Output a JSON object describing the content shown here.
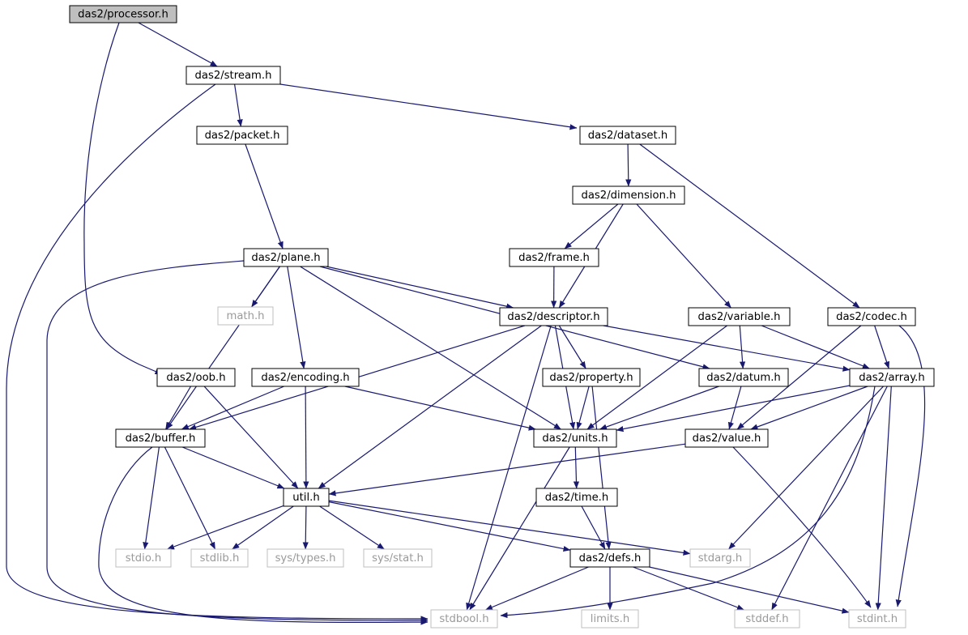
{
  "colors": {
    "edge": "#191970",
    "root_fill": "#bfbfbf",
    "header_border": "#000000",
    "header_text": "#000000",
    "system_border": "#bfbfbf",
    "system_text": "#9a9a9a"
  },
  "nodes": [
    {
      "id": "processor",
      "label": "das2/processor.h",
      "kind": "root"
    },
    {
      "id": "stream",
      "label": "das2/stream.h",
      "kind": "header"
    },
    {
      "id": "packet",
      "label": "das2/packet.h",
      "kind": "header"
    },
    {
      "id": "dataset",
      "label": "das2/dataset.h",
      "kind": "header"
    },
    {
      "id": "dimension",
      "label": "das2/dimension.h",
      "kind": "header"
    },
    {
      "id": "plane",
      "label": "das2/plane.h",
      "kind": "header"
    },
    {
      "id": "frame",
      "label": "das2/frame.h",
      "kind": "header"
    },
    {
      "id": "math",
      "label": "math.h",
      "kind": "system"
    },
    {
      "id": "descriptor",
      "label": "das2/descriptor.h",
      "kind": "header"
    },
    {
      "id": "variable",
      "label": "das2/variable.h",
      "kind": "header"
    },
    {
      "id": "codec",
      "label": "das2/codec.h",
      "kind": "header"
    },
    {
      "id": "oob",
      "label": "das2/oob.h",
      "kind": "header"
    },
    {
      "id": "encoding",
      "label": "das2/encoding.h",
      "kind": "header"
    },
    {
      "id": "property",
      "label": "das2/property.h",
      "kind": "header"
    },
    {
      "id": "datum",
      "label": "das2/datum.h",
      "kind": "header"
    },
    {
      "id": "array",
      "label": "das2/array.h",
      "kind": "header"
    },
    {
      "id": "buffer",
      "label": "das2/buffer.h",
      "kind": "header"
    },
    {
      "id": "units",
      "label": "das2/units.h",
      "kind": "header"
    },
    {
      "id": "value",
      "label": "das2/value.h",
      "kind": "header"
    },
    {
      "id": "util",
      "label": "util.h",
      "kind": "header"
    },
    {
      "id": "time",
      "label": "das2/time.h",
      "kind": "header"
    },
    {
      "id": "stdio",
      "label": "stdio.h",
      "kind": "system"
    },
    {
      "id": "stdlib",
      "label": "stdlib.h",
      "kind": "system"
    },
    {
      "id": "systypes",
      "label": "sys/types.h",
      "kind": "system"
    },
    {
      "id": "sysstat",
      "label": "sys/stat.h",
      "kind": "system"
    },
    {
      "id": "defs",
      "label": "das2/defs.h",
      "kind": "header"
    },
    {
      "id": "stdarg",
      "label": "stdarg.h",
      "kind": "system"
    },
    {
      "id": "stdbool",
      "label": "stdbool.h",
      "kind": "system"
    },
    {
      "id": "limits",
      "label": "limits.h",
      "kind": "system"
    },
    {
      "id": "stddef",
      "label": "stddef.h",
      "kind": "system"
    },
    {
      "id": "stdint",
      "label": "stdint.h",
      "kind": "system"
    }
  ],
  "edges": [
    [
      "processor",
      "stream"
    ],
    [
      "processor",
      "oob"
    ],
    [
      "stream",
      "packet"
    ],
    [
      "stream",
      "dataset"
    ],
    [
      "stream",
      "stdbool"
    ],
    [
      "packet",
      "plane"
    ],
    [
      "dataset",
      "dimension"
    ],
    [
      "dataset",
      "codec"
    ],
    [
      "dimension",
      "frame"
    ],
    [
      "dimension",
      "descriptor"
    ],
    [
      "dimension",
      "variable"
    ],
    [
      "frame",
      "descriptor"
    ],
    [
      "plane",
      "math"
    ],
    [
      "plane",
      "descriptor"
    ],
    [
      "plane",
      "datum"
    ],
    [
      "plane",
      "encoding"
    ],
    [
      "plane",
      "buffer"
    ],
    [
      "plane",
      "units"
    ],
    [
      "plane",
      "stdbool"
    ],
    [
      "descriptor",
      "buffer"
    ],
    [
      "descriptor",
      "util"
    ],
    [
      "descriptor",
      "property"
    ],
    [
      "descriptor",
      "units"
    ],
    [
      "descriptor",
      "array"
    ],
    [
      "descriptor",
      "stdbool"
    ],
    [
      "variable",
      "units"
    ],
    [
      "variable",
      "datum"
    ],
    [
      "variable",
      "array"
    ],
    [
      "codec",
      "value"
    ],
    [
      "codec",
      "array"
    ],
    [
      "codec",
      "stdint"
    ],
    [
      "oob",
      "buffer"
    ],
    [
      "oob",
      "util"
    ],
    [
      "encoding",
      "buffer"
    ],
    [
      "encoding",
      "util"
    ],
    [
      "encoding",
      "units"
    ],
    [
      "property",
      "units"
    ],
    [
      "property",
      "defs"
    ],
    [
      "datum",
      "units"
    ],
    [
      "datum",
      "value"
    ],
    [
      "array",
      "units"
    ],
    [
      "array",
      "value"
    ],
    [
      "array",
      "stdarg"
    ],
    [
      "array",
      "stdbool"
    ],
    [
      "array",
      "stddef"
    ],
    [
      "array",
      "stdint"
    ],
    [
      "buffer",
      "util"
    ],
    [
      "buffer",
      "stdio"
    ],
    [
      "buffer",
      "stdlib"
    ],
    [
      "buffer",
      "stdbool"
    ],
    [
      "units",
      "time"
    ],
    [
      "units",
      "stdbool"
    ],
    [
      "value",
      "util"
    ],
    [
      "value",
      "stdint"
    ],
    [
      "util",
      "stdio"
    ],
    [
      "util",
      "stdlib"
    ],
    [
      "util",
      "systypes"
    ],
    [
      "util",
      "sysstat"
    ],
    [
      "util",
      "defs"
    ],
    [
      "util",
      "stdarg"
    ],
    [
      "time",
      "defs"
    ],
    [
      "defs",
      "stdbool"
    ],
    [
      "defs",
      "limits"
    ],
    [
      "defs",
      "stddef"
    ],
    [
      "defs",
      "stdint"
    ]
  ]
}
